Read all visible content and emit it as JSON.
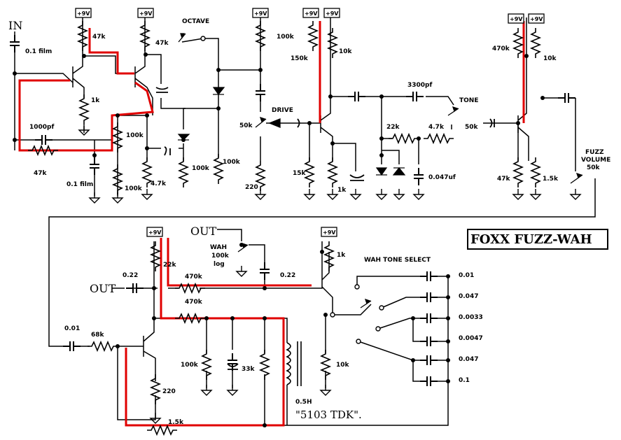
{
  "title": "FOXX FUZZ-WAH",
  "supply_label": "+9V",
  "io": {
    "in": "IN",
    "out_main": "OUT",
    "out_wah": "OUT"
  },
  "controls": {
    "octave": "OCTAVE",
    "drive": "DRIVE",
    "tone": "TONE",
    "fuzz_volume": "FUZZ",
    "fuzz_volume2": "VOLUME",
    "fuzz_volume3": "50k",
    "wah": "WAH",
    "wah2": "100k",
    "wah3": "log",
    "wah_tone_select": "WAH TONE SELECT"
  },
  "inductor": {
    "value": "0.5H",
    "part": "\"5103  TDK\"."
  },
  "components": {
    "c_in": "0.1 film",
    "r_q1c": "47k",
    "r_q1e": "1k",
    "c_1000": "1000pf",
    "r_fb": "47k",
    "c_01film": "0.1 film",
    "r_100k_a": "100k",
    "r_100k_b": "100k",
    "r_47k_c": "4.7k",
    "r_q2c": "47k",
    "r_oct1": "100k",
    "r_oct2": "100k",
    "r_drv_top": "100k",
    "pot_drive": "50k",
    "r_220": "220",
    "r_150k": "150k",
    "r_10k_a": "10k",
    "r_15k": "15k",
    "r_1k_b": "1k",
    "c_3300": "3300pf",
    "r_22k": "22k",
    "r_4_7k": "4.7k",
    "c_047": "0.047uf",
    "pot_tone": "50k",
    "r_470k": "470k",
    "r_10k_b": "10k",
    "r_47k_d": "47k",
    "r_1_5k": "1.5k",
    "c_022a": "0.22",
    "c_022b": "0.22",
    "r_22k_w": "22k",
    "r_470k_a": "470k",
    "r_470k_b": "470k",
    "c_001": "0.01",
    "r_68k": "68k",
    "r_100k_w": "100k",
    "r_33k": "33k",
    "r_220_w": "220",
    "r_1_5k_w": "1.5k",
    "r_1k_w": "1k",
    "r_10k_w": "10k",
    "sel_1": "0.01",
    "sel_2": "0.047",
    "sel_3": "0.0033",
    "sel_4": "0.0047",
    "sel_5": "0.047",
    "sel_6": "0.1"
  },
  "colors": {
    "wire": "#000000",
    "highlight": "#e00000"
  }
}
